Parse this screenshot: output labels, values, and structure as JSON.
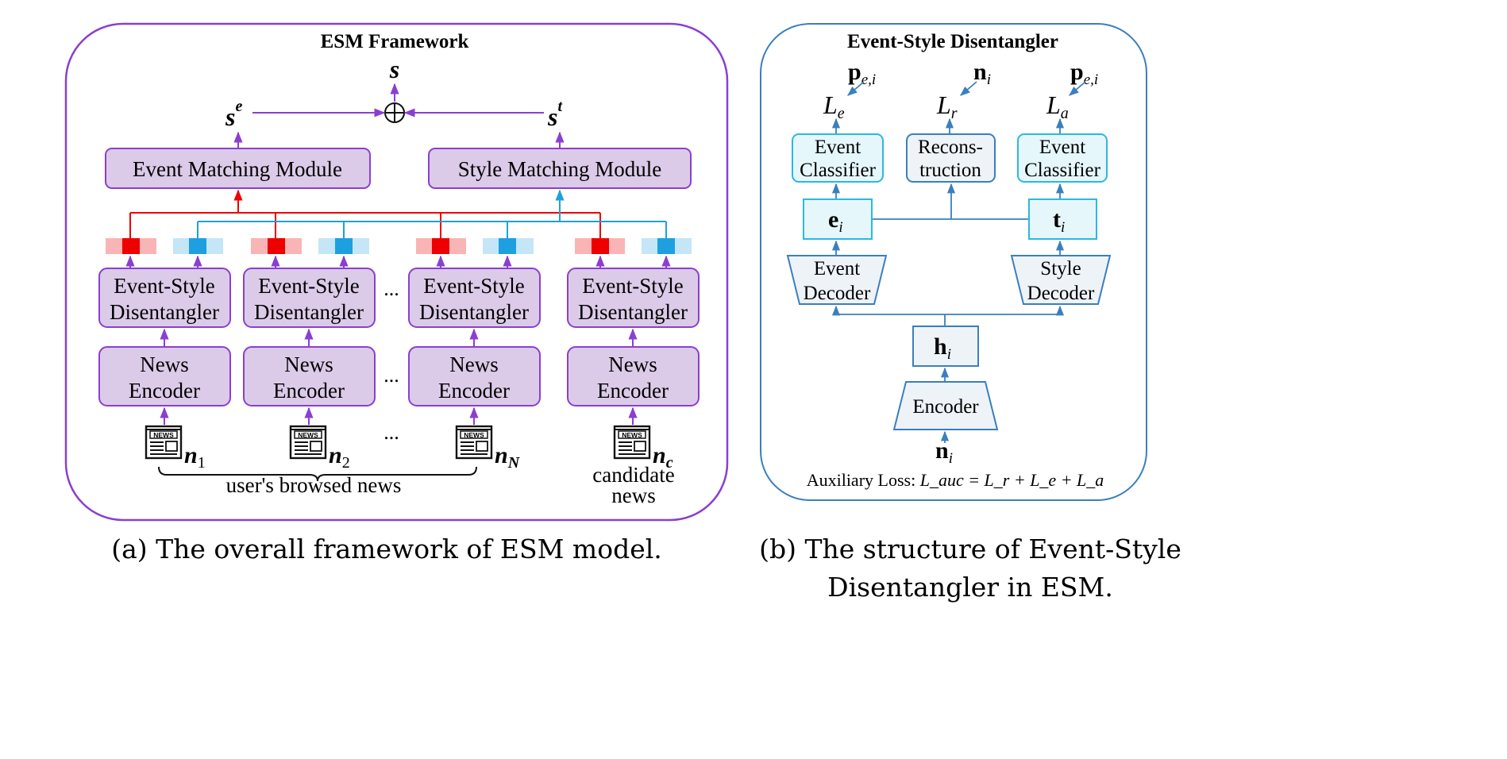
{
  "panel_a": {
    "title": "ESM  Framework",
    "s": "s",
    "se": "s",
    "se_sup": "e",
    "st": "s",
    "st_sup": "t",
    "event_module": "Event Matching Module",
    "style_module": "Style Matching Module",
    "disentangler_line1": "Event-Style",
    "disentangler_line2": "Disentangler",
    "encoder_line1": "News",
    "encoder_line2": "Encoder",
    "ellipsis": "...",
    "news_icon_text": "NEWS",
    "n_label": "n",
    "n_subs": [
      "1",
      "2",
      "N",
      "c"
    ],
    "browsed": "user's browsed news",
    "candidate_line1": "candidate",
    "candidate_line2": "news",
    "caption": "(a) The overall framework of ESM model."
  },
  "panel_b": {
    "title": "Event-Style Disentangler",
    "p_label": "p",
    "p_sub": "e,i",
    "n_label": "n",
    "n_sub": "i",
    "L_label": "L",
    "L_subs": [
      "e",
      "r",
      "a"
    ],
    "event_classifier_line1": "Event",
    "event_classifier_line2": "Classifier",
    "recon_line1": "Recons-",
    "recon_line2": "truction",
    "e_label": "e",
    "t_label": "t",
    "i_sub": "i",
    "event_decoder_line1": "Event",
    "event_decoder_line2": "Decoder",
    "style_decoder_line1": "Style",
    "style_decoder_line2": "Decoder",
    "h_label": "h",
    "encoder": "Encoder",
    "aux_prefix": "Auxiliary Loss: ",
    "aux_formula": "L_auc = L_r + L_e + L_a",
    "caption_line1": "(b) The structure of Event-Style",
    "caption_line2": "Disentangler in ESM."
  },
  "colors": {
    "purple": "#8a3fd0",
    "purple_fill": "#dccbe8",
    "red": "#ee0000",
    "red_light": "#f9b5b5",
    "blue": "#1ea0e0",
    "blue_light": "#c4e6f6",
    "b_border": "#3a7fbe",
    "b_fill": "#eef3f8",
    "cyan_fill": "#e6f7fc",
    "cyan_border": "#2cb8e0"
  }
}
